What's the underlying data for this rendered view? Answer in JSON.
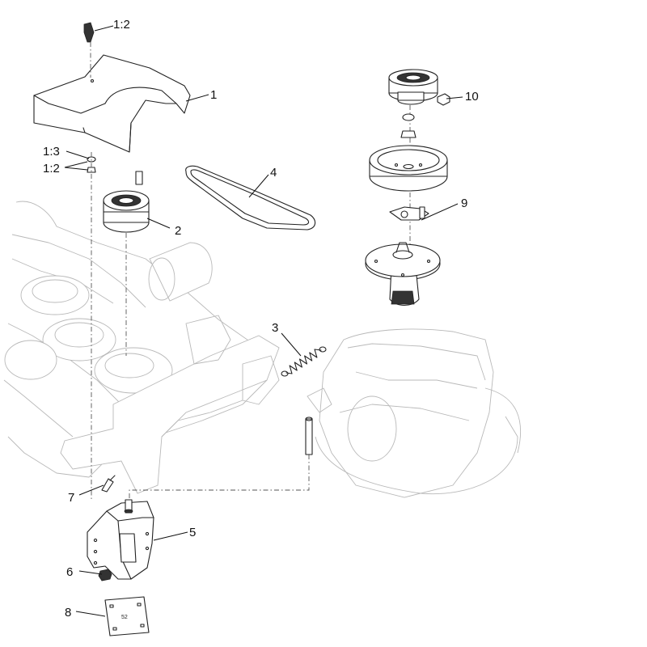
{
  "callouts": {
    "c1": "1",
    "c1_2_top": "1:2",
    "c1_3": "1:3",
    "c1_2_mid": "1:2",
    "c2": "2",
    "c3": "3",
    "c4": "4",
    "c5": "5",
    "c6": "6",
    "c7": "7",
    "c8": "8",
    "c9": "9",
    "c10": "10"
  },
  "decal_text": "52",
  "colors": {
    "ink": "#222222",
    "ghost": "#b9b9b9"
  }
}
